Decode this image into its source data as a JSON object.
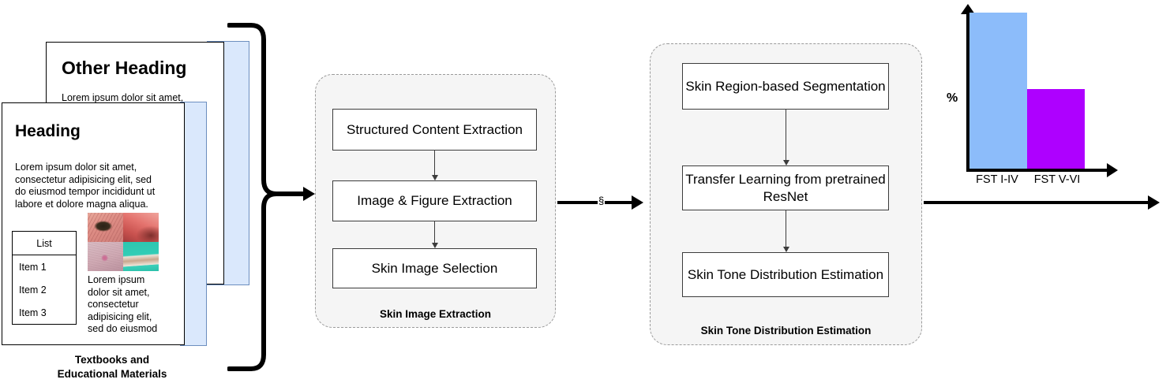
{
  "documents": {
    "back_page": {
      "heading": "Other Heading",
      "body": "Lorem ipsum dolor sit amet,"
    },
    "front_page": {
      "heading": "Heading",
      "body": "Lorem ipsum dolor sit amet, consectetur adipisicing elit, sed do eiusmod tempor incididunt ut labore et dolore magna aliqua.",
      "caption": "Lorem ipsum dolor sit amet, consectetur adipisicing elit, sed do eiusmod",
      "list": {
        "header": "List",
        "items": [
          "Item 1",
          "Item 2",
          "Item 3"
        ]
      },
      "thumbnails": [
        "skin-lesion-dark-mole",
        "skin-lesion-red-inflamed",
        "skin-lesion-pink-papule",
        "skin-lesion-surgical-drape"
      ]
    },
    "stack_label": "Textbooks and\nEducational Materials",
    "stack_label_line1": "Textbooks and",
    "stack_label_line2": "Educational Materials"
  },
  "groups": [
    {
      "label": "Skin Image Extraction",
      "steps": [
        "Structured Content Extraction",
        "Image & Figure Extraction",
        "Skin Image Selection"
      ]
    },
    {
      "label": "Skin Tone Distribution Estimation",
      "steps": [
        "Skin Region-based Segmentation",
        "Transfer Learning from pretrained ResNet",
        "Skin Tone Distribution Estimation"
      ]
    }
  ],
  "connectors": {
    "mid_arrow_marker": "§"
  },
  "chart_data": {
    "type": "bar",
    "title": "",
    "categories": [
      "FST I-IV",
      "FST V-VI"
    ],
    "values": [
      100,
      51
    ],
    "colors": [
      "#8cbcfa",
      "#ae00ff"
    ],
    "xlabel": "",
    "ylabel": "%",
    "ylim": [
      0,
      110
    ],
    "grid": false,
    "legend": "none"
  },
  "colors": {
    "page_strip_fill": "#dae8fc",
    "page_strip_border": "#6c8ebf",
    "group_fill": "#f5f5f5",
    "group_border": "#9b9b9b",
    "bar_light": "#8cbcfa",
    "bar_purple": "#ae00ff",
    "stroke": "#000000"
  }
}
